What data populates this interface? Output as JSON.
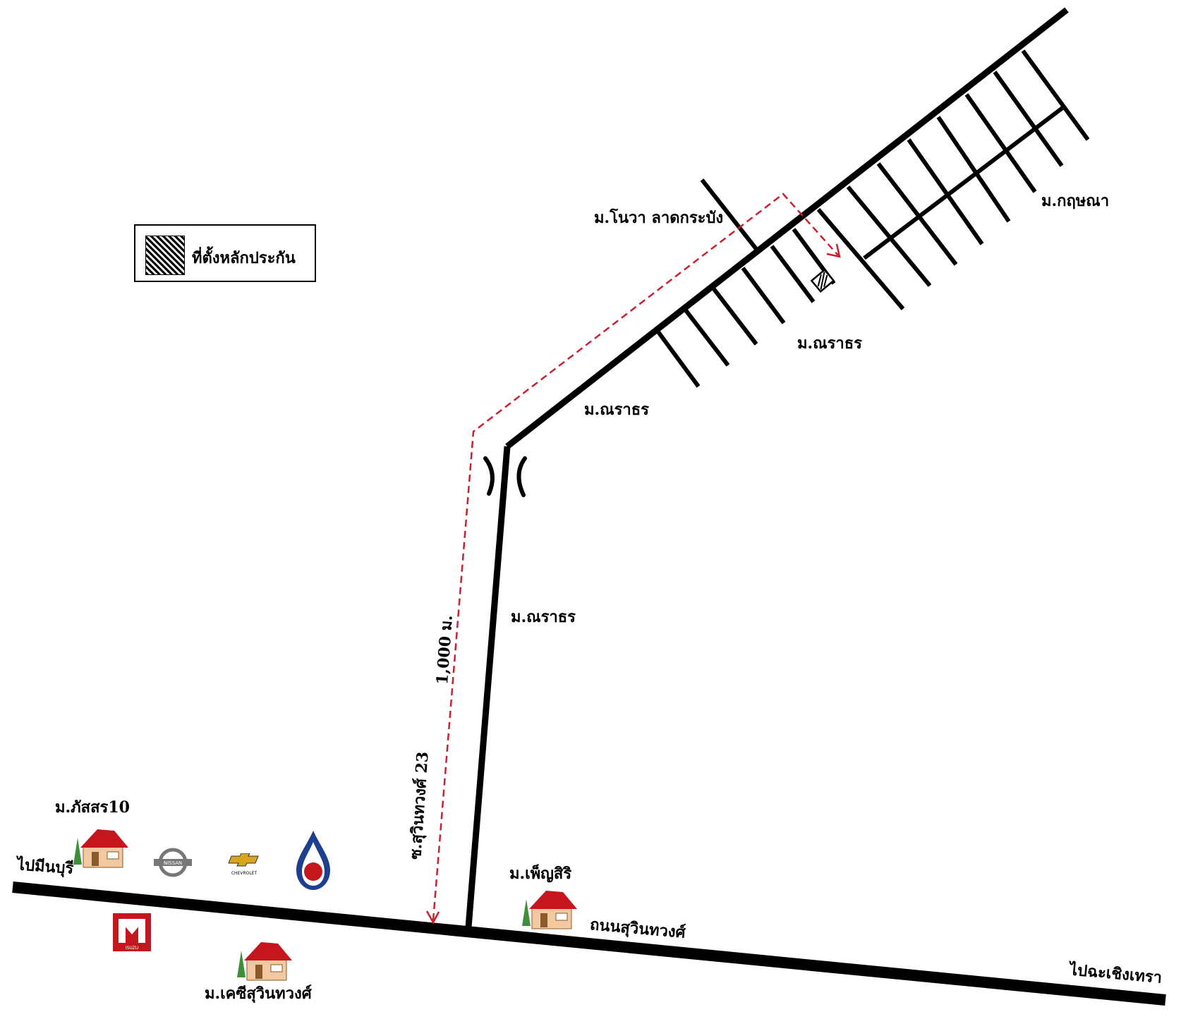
{
  "legend": {
    "collateral_location": "ที่ตั้งหลักประกัน"
  },
  "labels": {
    "nowa": "ม.โนวา ลาดกระบัง",
    "kritsana": "ม.กฤษณา",
    "naratorn_1": "ม.ณราธร",
    "naratorn_2": "ม.ณราธร",
    "naratorn_3": "ม.ณราธร",
    "pasorn10": "ม.ภัสสร10",
    "to_minburi": "ไปมีนบุรี",
    "soi_23": "ซ.สุวินทวงศ์ 23",
    "distance": "1,000 ม.",
    "phensiri": "ม.เพ็ญสิริ",
    "suwinthawong_road": "ถนนสุวินทวงศ์",
    "to_chachoengsao": "ไปฉะเชิงเทรา",
    "kc_suwinthawong": "ม.เคซีสุวินทวงศ์",
    "chevrolet": "CHEVROLET",
    "isuzu": "ISUZU",
    "nissan": "NISSAN"
  },
  "colors": {
    "road": "#000000",
    "route": "#cc1f2f",
    "roof": "#c4161c",
    "wall": "#f2c9a0",
    "tree": "#3f8f3a",
    "ptt_blue": "#1d3f8f",
    "isuzu_red": "#c4161c"
  },
  "icons": [
    "house-icon",
    "nissan-logo-icon",
    "chevrolet-logo-icon",
    "ptt-logo-icon",
    "isuzu-logo-icon",
    "bridge-icon",
    "collateral-marker-icon"
  ]
}
